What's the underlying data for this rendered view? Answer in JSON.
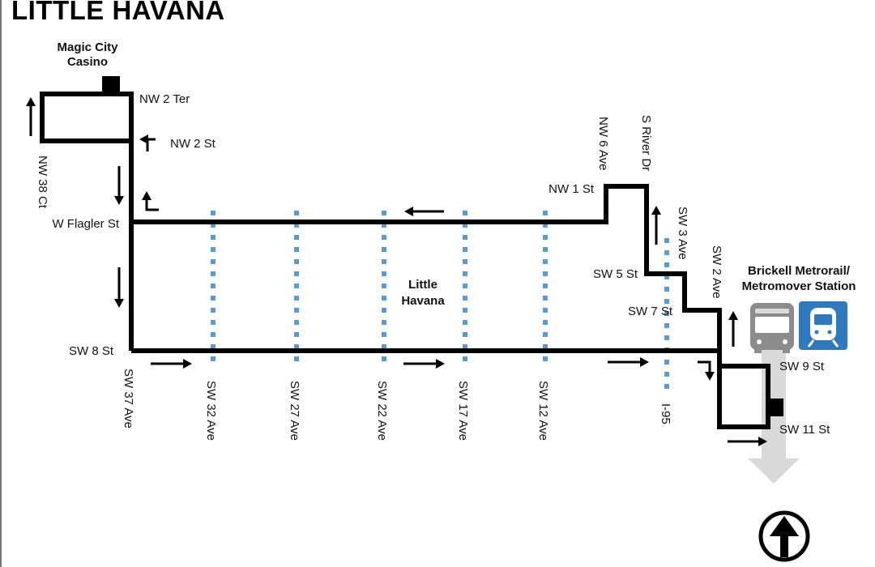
{
  "title": "LITTLE HAVANA",
  "landmarks": {
    "casino_line1": "Magic City",
    "casino_line2": "Casino",
    "neighborhood_line1": "Little",
    "neighborhood_line2": "Havana",
    "station_line1": "Brickell Metrorail/",
    "station_line2": "Metromover Station"
  },
  "streets": {
    "nw_2_ter": "NW 2 Ter",
    "nw_2_st": "NW 2 St",
    "nw_38_ct": "NW 38 Ct",
    "w_flagler_st": "W Flagler St",
    "sw_8_st": "SW 8 St",
    "nw_1_st": "NW 1 St",
    "nw_6_ave": "NW 6 Ave",
    "s_river_dr": "S River Dr",
    "sw_3_ave": "SW 3 Ave",
    "sw_5_st": "SW 5 St",
    "sw_7_st": "SW 7 St",
    "sw_2_ave": "SW 2 Ave",
    "sw_9_st": "SW 9 St",
    "sw_11_st": "SW 11 St",
    "sw_37_ave": "SW 37 Ave",
    "sw_32_ave": "SW 32 Ave",
    "sw_27_ave": "SW 27 Ave",
    "sw_22_ave": "SW 22 Ave",
    "sw_17_ave": "SW 17 Ave",
    "sw_12_ave": "SW 12 Ave",
    "i_95": "I-95"
  },
  "colors": {
    "route": "#000000",
    "cross_street_dots": "#5b9bd5",
    "metro_arrow": "#d9d9d9",
    "metromover_icon_bg": "#2f79bf"
  },
  "icons": [
    "bus-icon",
    "metromover-icon",
    "north-arrow-icon",
    "direction-arrow-icon",
    "turn-arrow-icon",
    "bus-stop-marker-icon"
  ]
}
